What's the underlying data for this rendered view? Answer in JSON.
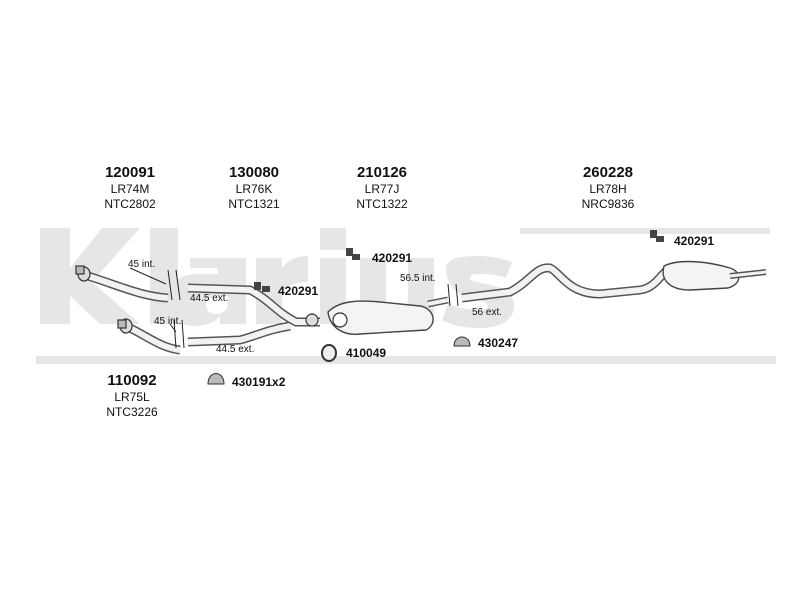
{
  "brand_watermark": "Klarius",
  "parts": [
    {
      "number": "120091",
      "code": "LR74M",
      "ref": "NTC2802"
    },
    {
      "number": "130080",
      "code": "LR76K",
      "ref": "NTC1321"
    },
    {
      "number": "210126",
      "code": "LR77J",
      "ref": "NTC1322"
    },
    {
      "number": "260228",
      "code": "LR78H",
      "ref": "NRC9836"
    },
    {
      "number": "110092",
      "code": "LR75L",
      "ref": "NTC3226"
    }
  ],
  "fittings": {
    "clamp_a": "420291",
    "clamp_b": "420291",
    "clamp_c": "420291",
    "ring": "410049",
    "hanger": "430247",
    "hanger_pair": "430191x2"
  },
  "dimensions": {
    "d1": "45 int.",
    "d2": "44.5 ext.",
    "d3": "45 int.",
    "d4": "44.5 ext.",
    "d5": "56.5 int.",
    "d6": "56 ext."
  }
}
